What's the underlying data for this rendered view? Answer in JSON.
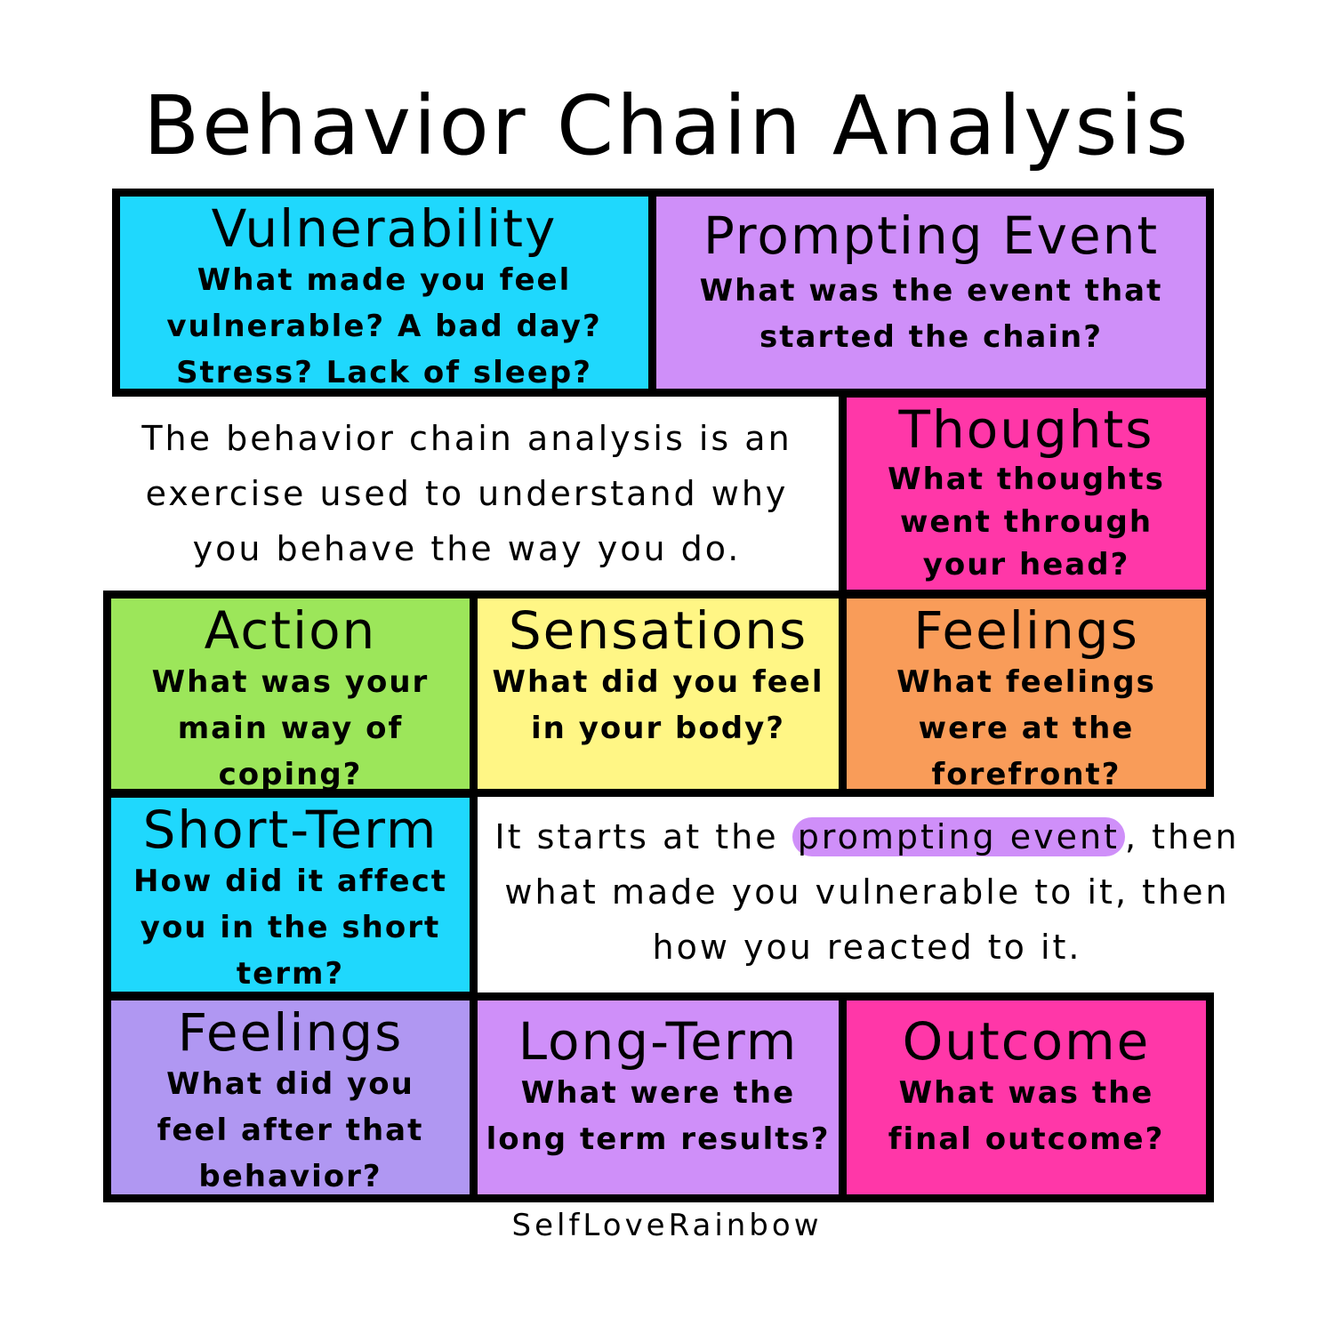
{
  "title": "Behavior Chain Analysis",
  "colors": {
    "cyan": "#1fd8fd",
    "lilac": "#cf8ff9",
    "pink": "#ff37a8",
    "green": "#9ce65a",
    "yellow": "#fff685",
    "orange": "#f99c59",
    "periwinkle": "#b097f2",
    "border": "#000000"
  },
  "boxes": {
    "vulnerability": {
      "heading": "Vulnerability",
      "question": "What made you feel vulnerable? A bad day? Stress? Lack of sleep?"
    },
    "prompting_event": {
      "heading": "Prompting Event",
      "question": "What was the event that started the chain?"
    },
    "thoughts": {
      "heading": "Thoughts",
      "question": "What thoughts went through your head?"
    },
    "action": {
      "heading": "Action",
      "question": "What was your main way of coping?"
    },
    "sensations": {
      "heading": "Sensations",
      "question": "What did you feel in your body?"
    },
    "feelings": {
      "heading": "Feelings",
      "question": "What feelings were at the forefront?"
    },
    "short_term": {
      "heading": "Short-Term",
      "question": "How did it affect you in the short term?"
    },
    "feelings_after": {
      "heading": "Feelings",
      "question": "What did you feel after that behavior?"
    },
    "long_term": {
      "heading": "Long-Term",
      "question": "What were the long term results?"
    },
    "outcome": {
      "heading": "Outcome",
      "question": "What was the final outcome?"
    }
  },
  "explanation": "The behavior chain analysis is an exercise used to understand why you behave the way you do.",
  "sequence": {
    "before": "It starts at the ",
    "highlight": "prompting event",
    "after": ", then what made you vulnerable to it, then how you reacted to it."
  },
  "credit": "SelfLoveRainbow"
}
